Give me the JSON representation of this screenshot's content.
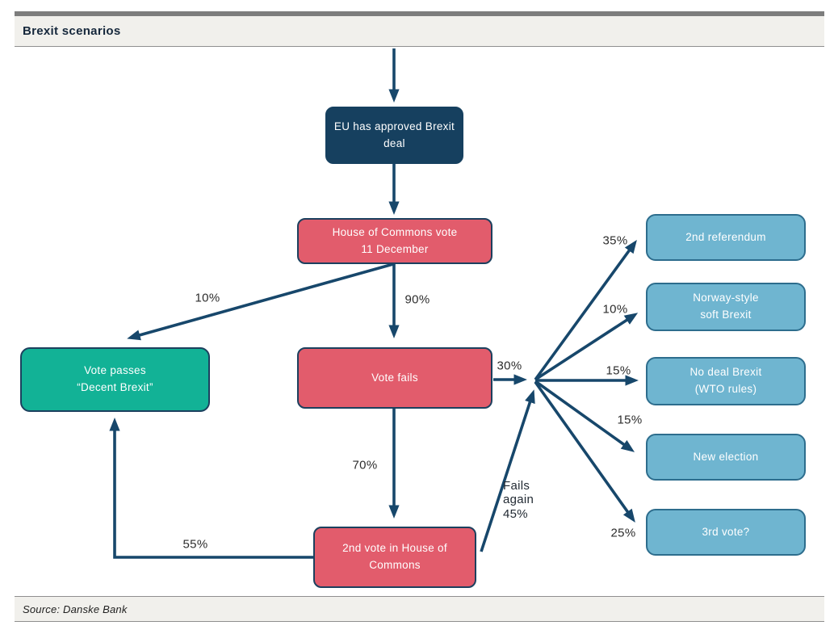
{
  "header": {
    "title": "Brexit scenarios"
  },
  "footer": {
    "source": "Source: Danske Bank"
  },
  "colors": {
    "navy_node": "#16405f",
    "red_node": "#e25c6c",
    "green_node": "#12b296",
    "blue_node": "#6fb5d0",
    "arrow": "#17476b",
    "band_background": "#f1f0ec"
  },
  "nodes": {
    "eu_approved": {
      "text": "EU has approved Brexit\ndeal"
    },
    "commons_vote": {
      "text": "House of Commons vote\n11 December"
    },
    "vote_passes": {
      "text": "Vote passes\n“Decent Brexit”"
    },
    "vote_fails": {
      "text": "Vote fails"
    },
    "second_vote": {
      "text": "2nd vote in House of\nCommons"
    },
    "second_referendum": {
      "text": "2nd referendum"
    },
    "norway_style": {
      "text": "Norway-style\nsoft Brexit"
    },
    "no_deal": {
      "text": "No deal Brexit\n(WTO rules)"
    },
    "new_election": {
      "text": "New election"
    },
    "third_vote": {
      "text": "3rd vote?"
    }
  },
  "labels": {
    "pass_10": "10%",
    "fail_90": "90%",
    "fan_30": "30%",
    "second_70": "70%",
    "back_55": "55%",
    "fails_again_45": "Fails\nagain\n45%",
    "referendum_35": "35%",
    "norway_10": "10%",
    "no_deal_15": "15%",
    "new_election_15": "15%",
    "third_vote_25": "25%"
  }
}
